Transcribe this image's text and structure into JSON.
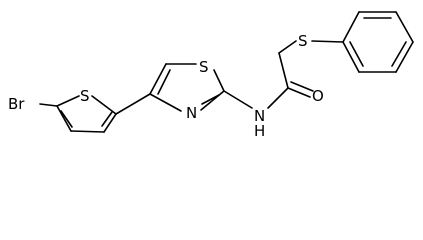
{
  "molecule": {
    "atoms": {
      "br": "Br",
      "s_thiophene": "S",
      "s_thiazole": "S",
      "n_thiazole": "N",
      "nh": "N",
      "h": "H",
      "o": "O",
      "s_thioether": "S"
    }
  }
}
